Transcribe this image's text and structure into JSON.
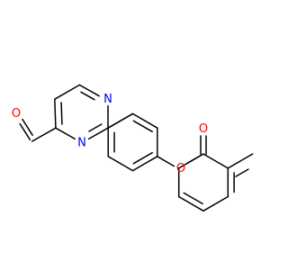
{
  "molecule": {
    "atoms": [
      {
        "id": "aldehyde_o",
        "element": "O",
        "color": "#ff0000"
      },
      {
        "id": "ring_n_top",
        "element": "N",
        "color": "#0000ff"
      },
      {
        "id": "ring_n_bottom",
        "element": "N",
        "color": "#0000ff"
      },
      {
        "id": "ester_o_carbonyl",
        "element": "O",
        "color": "#ff0000"
      },
      {
        "id": "ester_o_link",
        "element": "O",
        "color": "#ff0000"
      }
    ],
    "bond_color": "#000000"
  }
}
